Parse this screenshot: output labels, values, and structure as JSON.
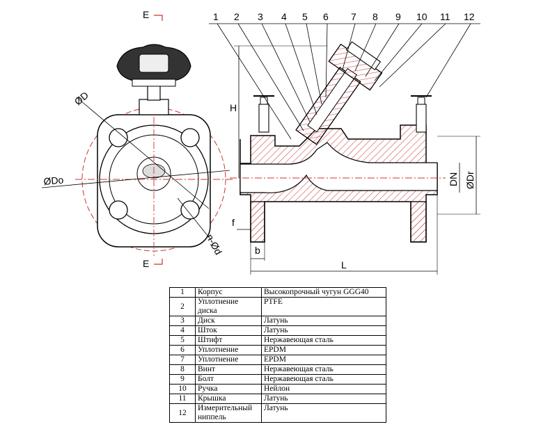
{
  "section_labels": {
    "top": "E",
    "bottom": "E"
  },
  "callouts": [
    "1",
    "2",
    "3",
    "4",
    "5",
    "6",
    "7",
    "8",
    "9",
    "10",
    "11",
    "12"
  ],
  "dimensions": {
    "D": "ØD",
    "Do": "ØDo",
    "n_d": "n-Ød",
    "H": "H",
    "DN": "DN",
    "Dr": "ØDr",
    "f": "f",
    "b": "b",
    "L": "L"
  },
  "colors": {
    "line": "#000000",
    "hatch": "#d05050",
    "centerline": "#d03030"
  },
  "parts": [
    {
      "num": "1",
      "part": "Корпус",
      "material": "Высокопрочный чугун GGG40"
    },
    {
      "num": "2",
      "part": "Уплотнение диска",
      "material": "PTFE"
    },
    {
      "num": "3",
      "part": "Диск",
      "material": "Латунь"
    },
    {
      "num": "4",
      "part": "Шток",
      "material": "Латунь"
    },
    {
      "num": "5",
      "part": "Штифт",
      "material": "Нержавеющая сталь"
    },
    {
      "num": "6",
      "part": "Уплотнение",
      "material": "EPDM"
    },
    {
      "num": "7",
      "part": "Уплотнение",
      "material": "EPDM"
    },
    {
      "num": "8",
      "part": "Винт",
      "material": "Нержавеющая сталь"
    },
    {
      "num": "9",
      "part": "Болт",
      "material": "Нержавеющая сталь"
    },
    {
      "num": "10",
      "part": "Ручка",
      "material": "Нейлон"
    },
    {
      "num": "11",
      "part": "Крышка",
      "material": "Латунь"
    },
    {
      "num": "12",
      "part": "Измерительный ниппель",
      "material": "Латунь"
    }
  ]
}
